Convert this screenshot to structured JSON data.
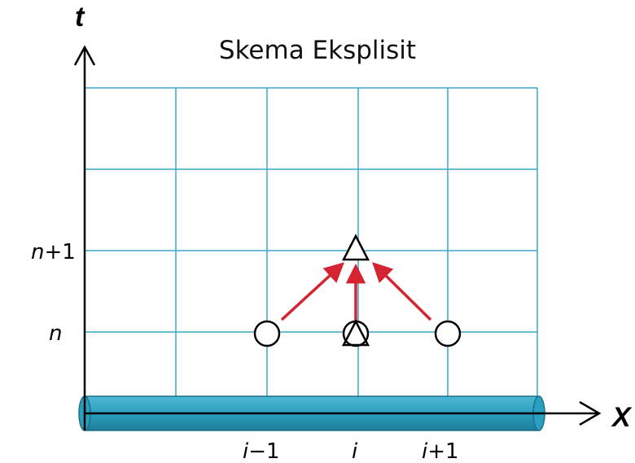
{
  "title": "Skema Eksplisit",
  "axes": {
    "vertical_label": "t",
    "horizontal_label": "X"
  },
  "row_labels": {
    "upper": {
      "var": "n",
      "suffix": "+1"
    },
    "lower": {
      "var": "n",
      "suffix": ""
    }
  },
  "column_labels": {
    "left": {
      "var": "i",
      "suffix": "−1"
    },
    "center": {
      "var": "i",
      "suffix": ""
    },
    "right": {
      "var": "i",
      "suffix": "+1"
    }
  },
  "colors": {
    "grid": "#3aa7c9",
    "arrow": "#d42331",
    "rod": "#2b9fc0",
    "rod_dark": "#1f7e99",
    "node_stroke": "#000000",
    "node_fill": "#ffffff"
  },
  "nodes": [
    {
      "shape": "circle",
      "col": "left",
      "row": "lower"
    },
    {
      "shape": "circle",
      "col": "center",
      "row": "lower"
    },
    {
      "shape": "triangle",
      "col": "center",
      "row": "lower"
    },
    {
      "shape": "circle",
      "col": "right",
      "row": "lower"
    },
    {
      "shape": "triangle",
      "col": "center",
      "row": "upper"
    }
  ]
}
